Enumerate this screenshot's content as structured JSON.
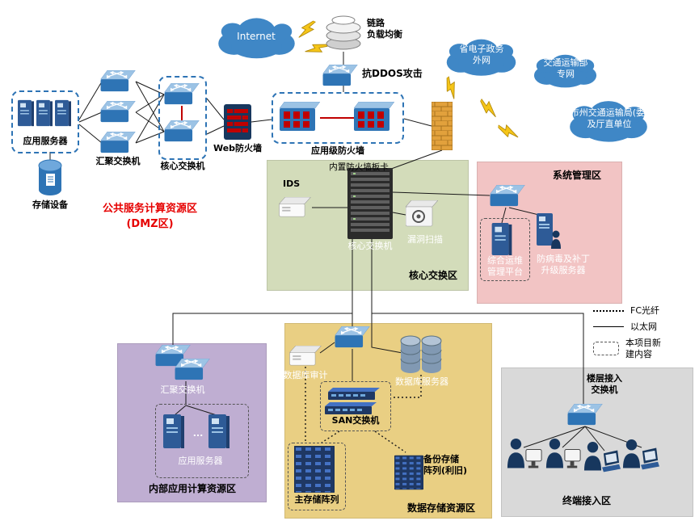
{
  "clouds": {
    "internet": "Internet",
    "gov": "省电子政务\n外网",
    "ministry": "交通运输部\n专网",
    "city": "市州交通运输局(委)\n及厅直单位"
  },
  "edge": {
    "load_balancer": "链路\n负载均衡",
    "anti_ddos": "抗DDOS攻击",
    "web_firewall": "Web防火墙",
    "app_firewall": "应用级防火墙"
  },
  "dmz": {
    "app_server": "应用服务器",
    "storage": "存储设备",
    "agg_switch": "汇聚交换机",
    "core_switch": "核心交换机",
    "title": "公共服务计算资源区\n(DMZ区)"
  },
  "core_zone": {
    "fw_card": "内置防火墙板卡",
    "ids": "IDS",
    "core_switch": "核心交换机",
    "vuln_scan": "漏洞扫描",
    "label": "核心交换区"
  },
  "mgmt_zone": {
    "label": "系统管理区",
    "ops_platform": "综合运维\n管理平台",
    "antivirus": "防病毒及补丁\n升级服务器"
  },
  "legend": {
    "fc": "FC光纤",
    "ethernet": "以太网",
    "new_items": "本项目新\n建内容"
  },
  "internal_zone": {
    "agg_switch": "汇聚交换机",
    "app_server": "应用服务器",
    "ellipsis": "...",
    "label": "内部应用计算资源区"
  },
  "storage_zone": {
    "db_audit": "数据库审计",
    "db_server": "数据库服务器",
    "san_switch": "SAN交换机",
    "main_array": "主存储阵列",
    "backup_array": "备份存储\n阵列(利旧)",
    "label": "数据存储资源区"
  },
  "terminal_zone": {
    "floor_switch": "楼层接入\n交换机",
    "label": "终端接入区"
  },
  "colors": {
    "cloud_blue": "#3f87c6",
    "zone_core": "#d3dcba",
    "zone_mgmt": "#f2c4c4",
    "zone_internal": "#bfaed2",
    "zone_storage": "#e9cf83",
    "zone_terminal": "#d9d9d9",
    "accent_red": "#c00000",
    "device_blue": "#2e74b5",
    "dark_navy": "#1f3864",
    "dmz_title_red": "#e60000"
  }
}
